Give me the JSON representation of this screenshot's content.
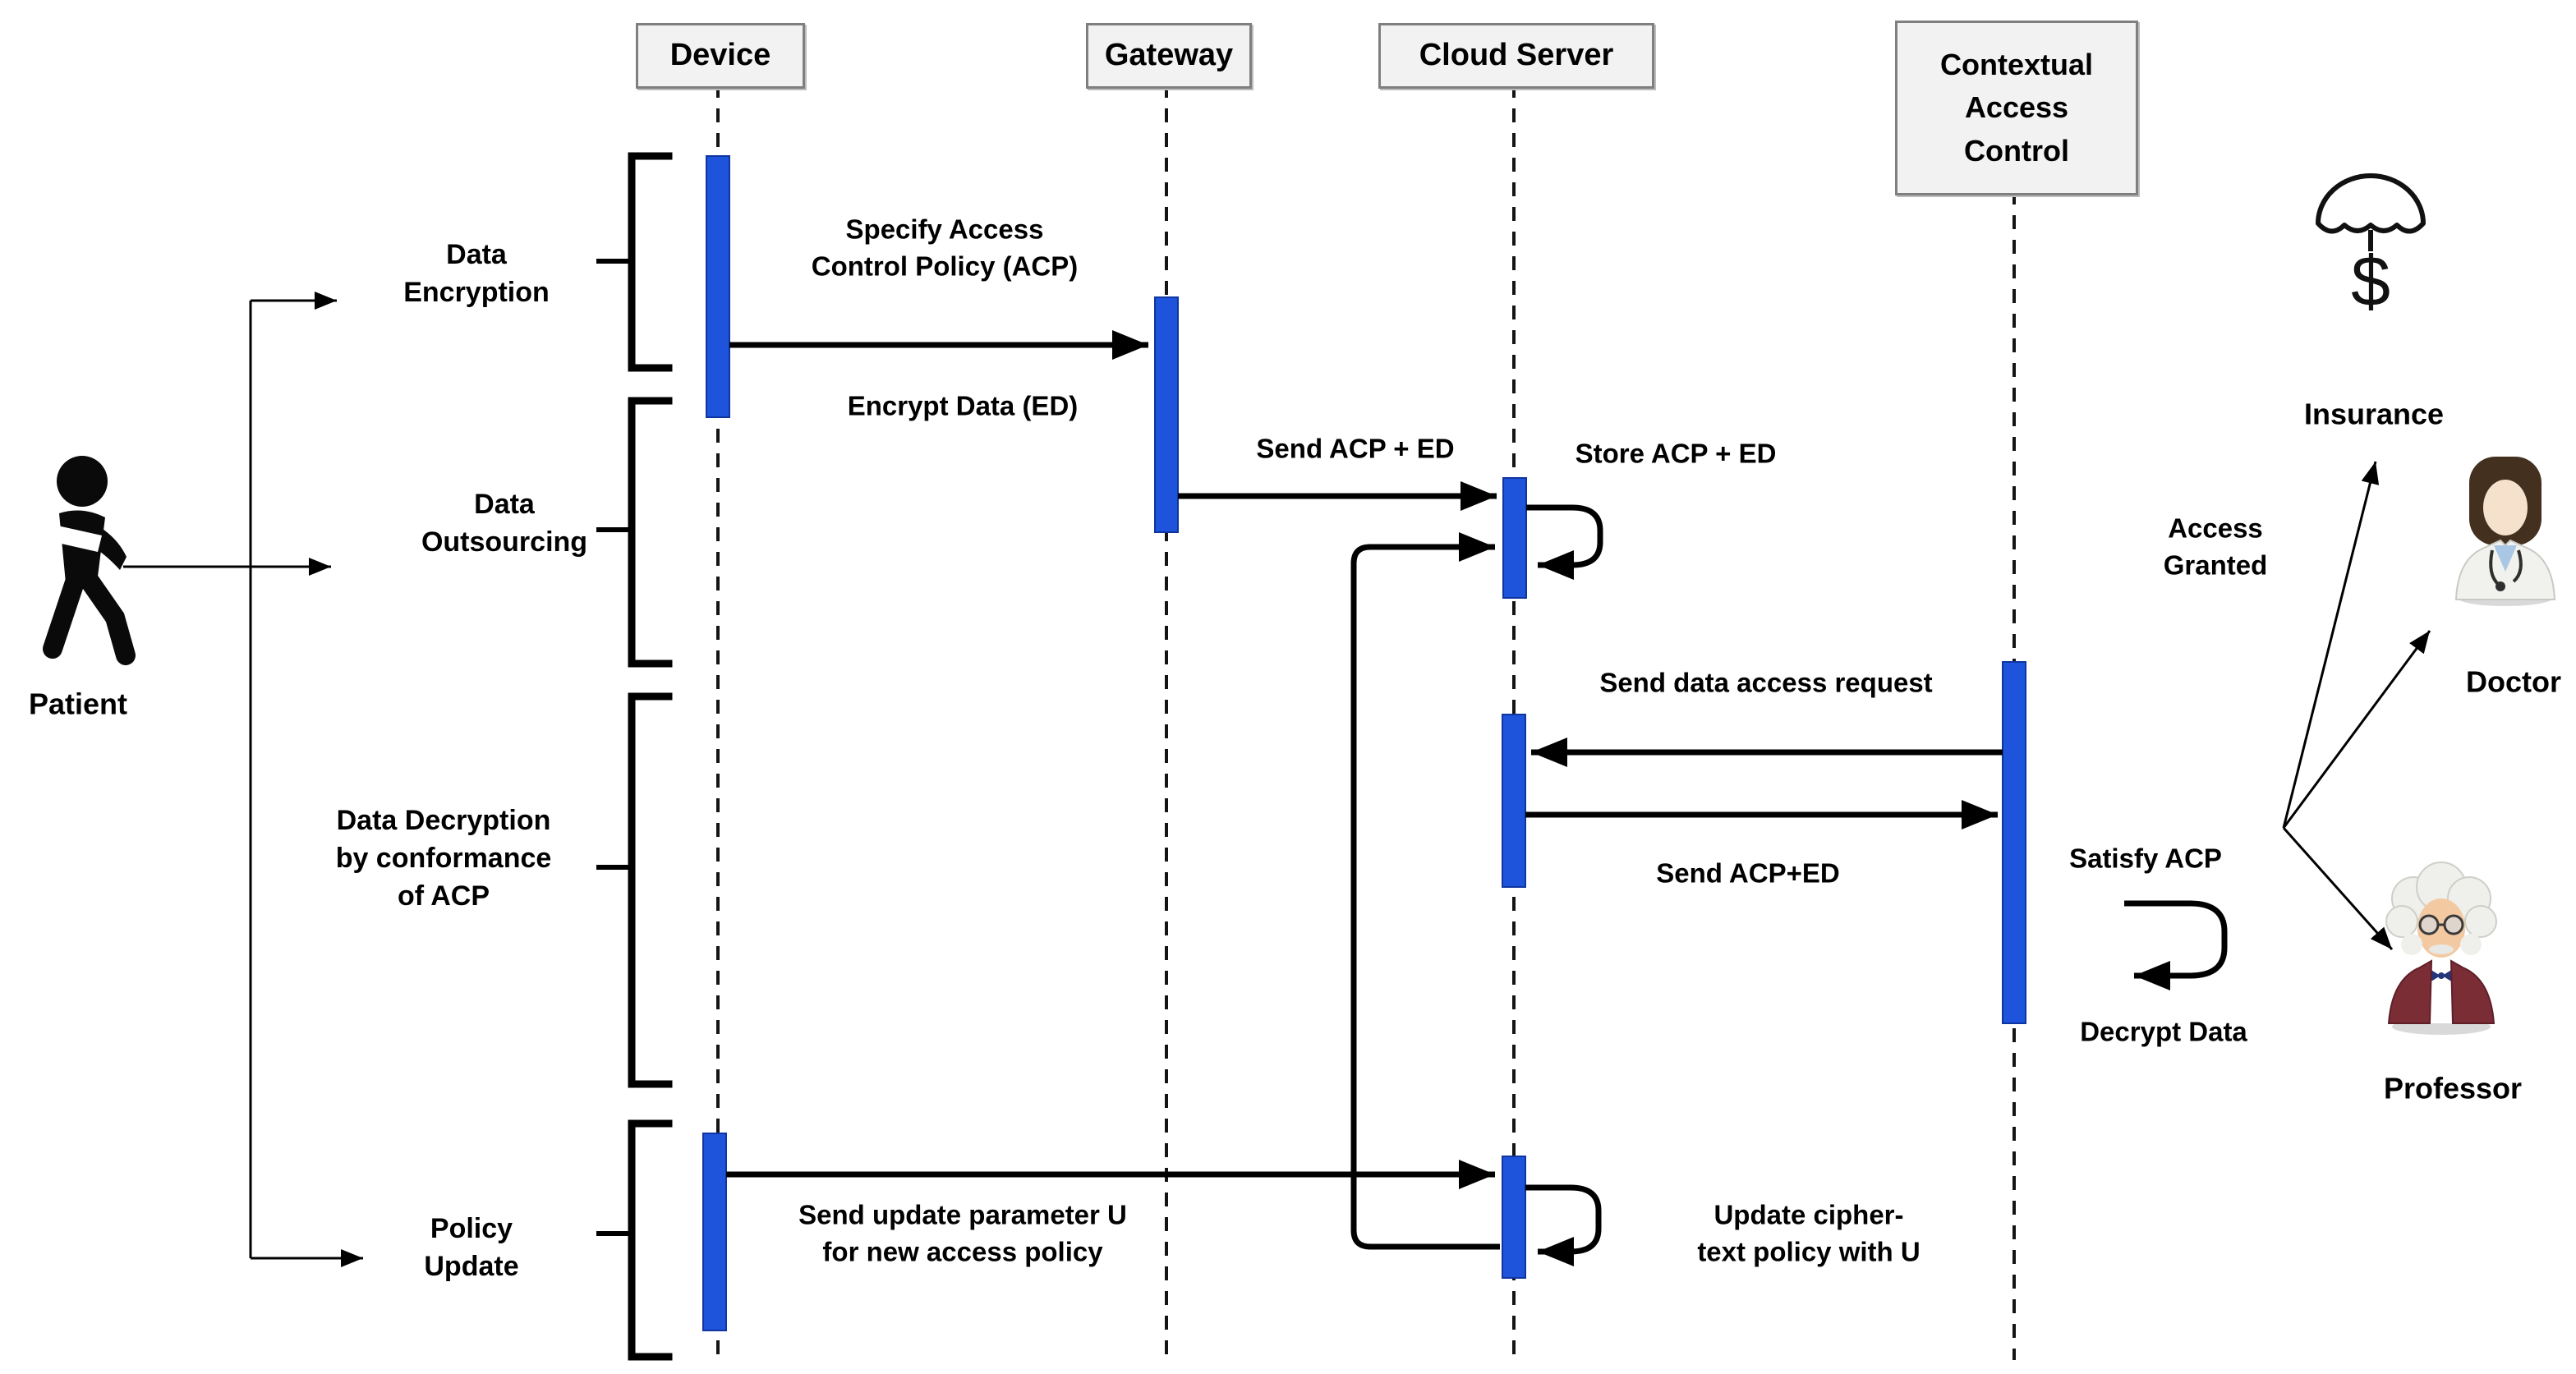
{
  "actors": {
    "device": "Device",
    "gateway": "Gateway",
    "cloud_server": "Cloud Server",
    "contextual_access_control": "Contextual\nAccess\nControl"
  },
  "left_panel": {
    "patient_label": "Patient",
    "sections": {
      "data_encryption": "Data\nEncryption",
      "data_outsourcing": "Data\nOutsourcing",
      "data_decryption": "Data Decryption\nby conformance\nof ACP",
      "policy_update": "Policy\nUpdate"
    }
  },
  "messages": {
    "specify_acp": "Specify Access\nControl Policy (ACP)",
    "encrypt_data": "Encrypt Data (ED)",
    "send_acp_ed": "Send ACP + ED",
    "store_acp_ed": "Store ACP + ED",
    "send_data_access_request": "Send data access request",
    "send_acp_ed_2": "Send ACP+ED",
    "satisfy_acp": "Satisfy ACP",
    "decrypt_data": "Decrypt Data",
    "send_update_parameter": "Send update parameter U\nfor new  access policy",
    "update_ciphertext": "Update cipher-\ntext policy with U",
    "access_granted": "Access\nGranted"
  },
  "right_panel": {
    "insurance_symbol": "$",
    "insurance_label": "Insurance",
    "doctor_label": "Doctor",
    "professor_label": "Professor"
  },
  "colors": {
    "activation_bar": "#1e53dc",
    "actor_box_bg": "#f2f2f2",
    "actor_box_border": "#7f7f7f",
    "line": "#000000",
    "professor_jacket": "#7b2d35",
    "doctor_scrubs": "#a9c6e4"
  }
}
